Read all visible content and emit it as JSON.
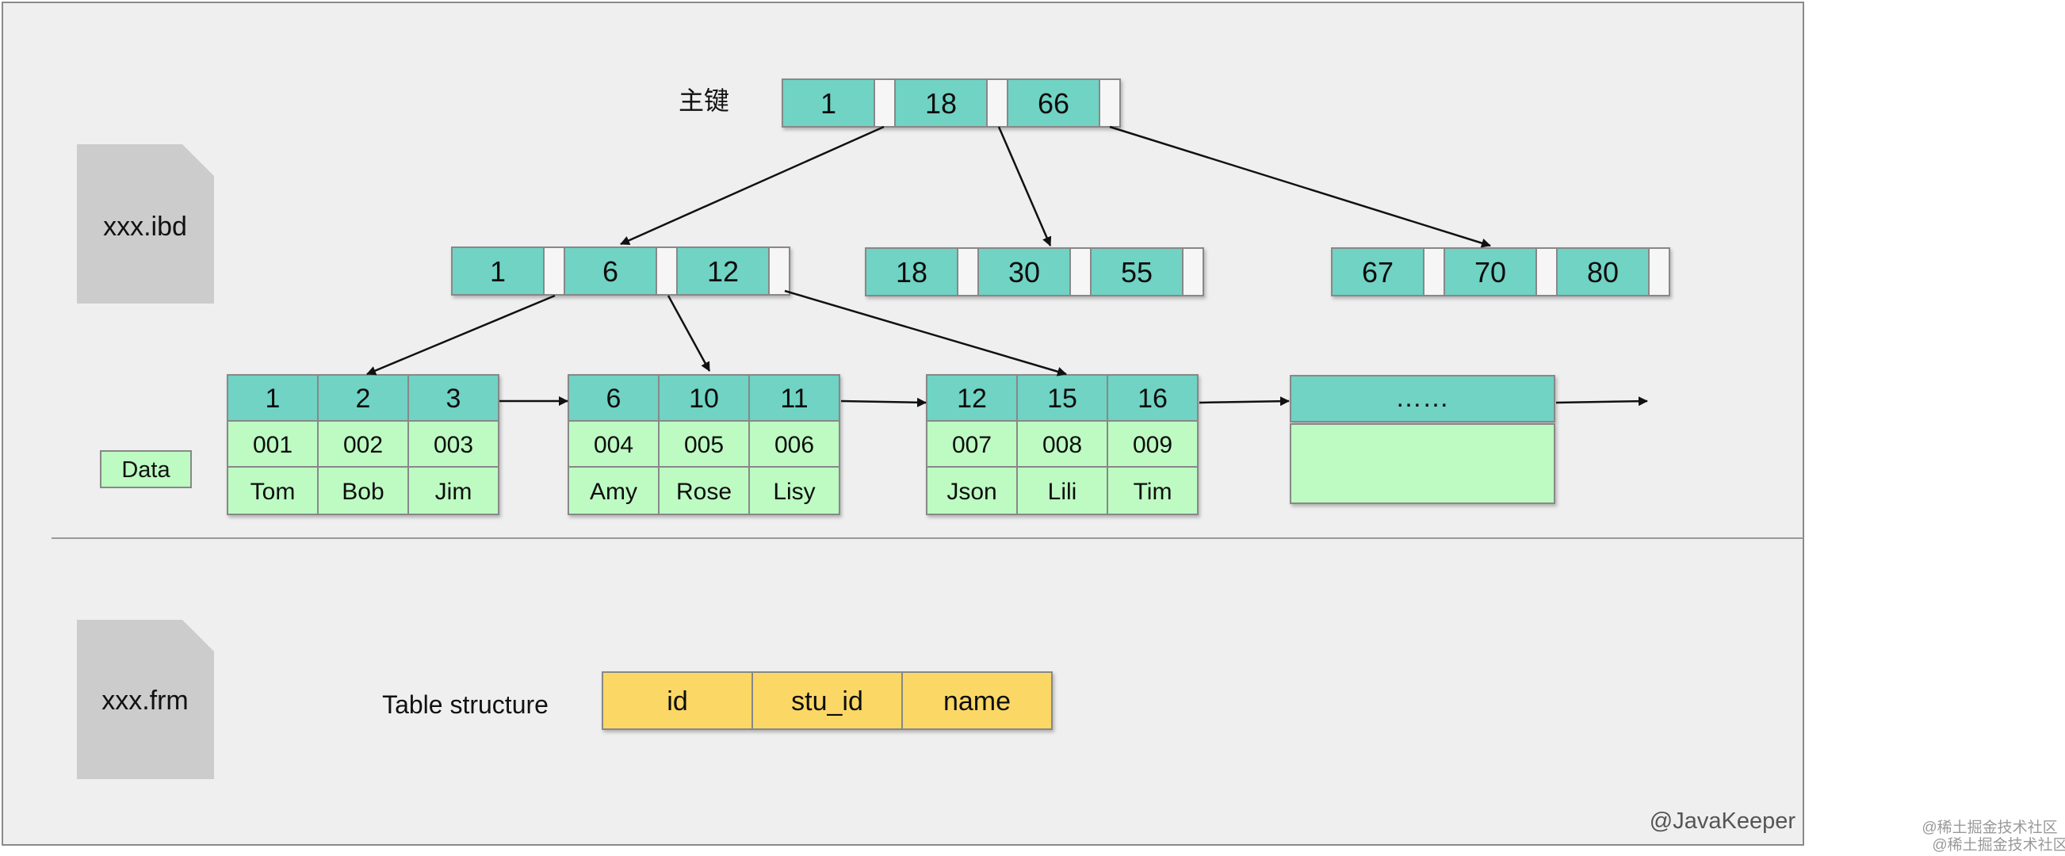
{
  "files": {
    "ibd": "xxx.ibd",
    "frm": "xxx.frm"
  },
  "primary_key_label": "主键",
  "root_keys": [
    "1",
    "18",
    "66"
  ],
  "internal_nodes": [
    [
      "1",
      "6",
      "12"
    ],
    [
      "18",
      "30",
      "55"
    ],
    [
      "67",
      "70",
      "80"
    ]
  ],
  "data_label": "Data",
  "leaf_pages": [
    {
      "ids": [
        "1",
        "2",
        "3"
      ],
      "stu_ids": [
        "001",
        "002",
        "003"
      ],
      "names": [
        "Tom",
        "Bob",
        "Jim"
      ]
    },
    {
      "ids": [
        "6",
        "10",
        "11"
      ],
      "stu_ids": [
        "004",
        "005",
        "006"
      ],
      "names": [
        "Amy",
        "Rose",
        "Lisy"
      ]
    },
    {
      "ids": [
        "12",
        "15",
        "16"
      ],
      "stu_ids": [
        "007",
        "008",
        "009"
      ],
      "names": [
        "Json",
        "Lili",
        "Tim"
      ]
    }
  ],
  "ellipsis_page": "……",
  "table_structure_label": "Table structure",
  "table_columns": [
    "id",
    "stu_id",
    "name"
  ],
  "watermark": "@JavaKeeper",
  "corner_marks": [
    "@稀土掘金技术社区",
    "@稀土掘金技术社区"
  ],
  "colors": {
    "key_cell": "#6fd3c4",
    "pointer_slot": "#f6f6f6",
    "leaf_row": "#bdfbc2",
    "column_cell": "#fbd765",
    "panel": "#efefef",
    "file_icon": "#cccccc"
  }
}
